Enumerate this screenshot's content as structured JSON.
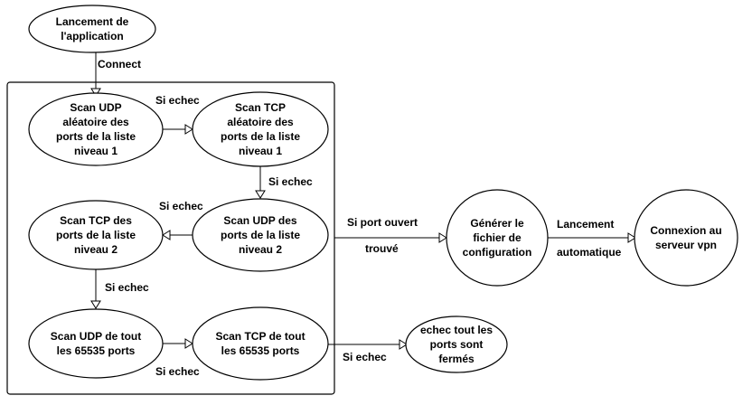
{
  "diagram": {
    "nodes": [
      {
        "id": "launch",
        "lines": [
          "Lancement de",
          "l'application"
        ]
      },
      {
        "id": "scan-udp-random-l1",
        "lines": [
          "Scan UDP",
          "aléatoire  des",
          "ports de la liste",
          "niveau 1"
        ]
      },
      {
        "id": "scan-tcp-random-l1",
        "lines": [
          "Scan TCP",
          "aléatoire  des",
          "ports de la liste",
          "niveau 1"
        ]
      },
      {
        "id": "scan-udp-l2",
        "lines": [
          "Scan UDP  des",
          "ports de la liste",
          "niveau 2"
        ]
      },
      {
        "id": "scan-tcp-l2",
        "lines": [
          "Scan TCP  des",
          "ports de la liste",
          "niveau 2"
        ]
      },
      {
        "id": "scan-udp-all",
        "lines": [
          "Scan UDP  de tout",
          "les 65535 ports"
        ]
      },
      {
        "id": "scan-tcp-all",
        "lines": [
          "Scan TCP  de tout",
          "les 65535 ports"
        ]
      },
      {
        "id": "gen-config",
        "lines": [
          "Générer le",
          "fichier de",
          "configuration"
        ]
      },
      {
        "id": "vpn-connect",
        "lines": [
          "Connexion au",
          "serveur vpn"
        ]
      },
      {
        "id": "fail-all-closed",
        "lines": [
          "echec tout les",
          "ports sont",
          "fermés"
        ]
      }
    ],
    "edges": [
      {
        "id": "launch-to-scan",
        "labels": [
          "Connect"
        ]
      },
      {
        "id": "udp-l1-to-tcp-l1",
        "labels": [
          "Si echec"
        ]
      },
      {
        "id": "tcp-l1-to-udp-l2",
        "labels": [
          "Si echec"
        ]
      },
      {
        "id": "udp-l2-to-tcp-l2",
        "labels": [
          "Si echec"
        ]
      },
      {
        "id": "tcp-l2-to-udp-all",
        "labels": [
          "Si echec"
        ]
      },
      {
        "id": "udp-all-to-tcp-all",
        "labels": [
          "Si echec"
        ]
      },
      {
        "id": "frame-to-gen-config",
        "labels": [
          "Si port ouvert",
          "trouvé"
        ]
      },
      {
        "id": "gen-config-to-vpn",
        "labels": [
          "Lancement",
          "automatique"
        ]
      },
      {
        "id": "tcp-all-to-fail",
        "labels": [
          "Si echec"
        ]
      }
    ]
  }
}
